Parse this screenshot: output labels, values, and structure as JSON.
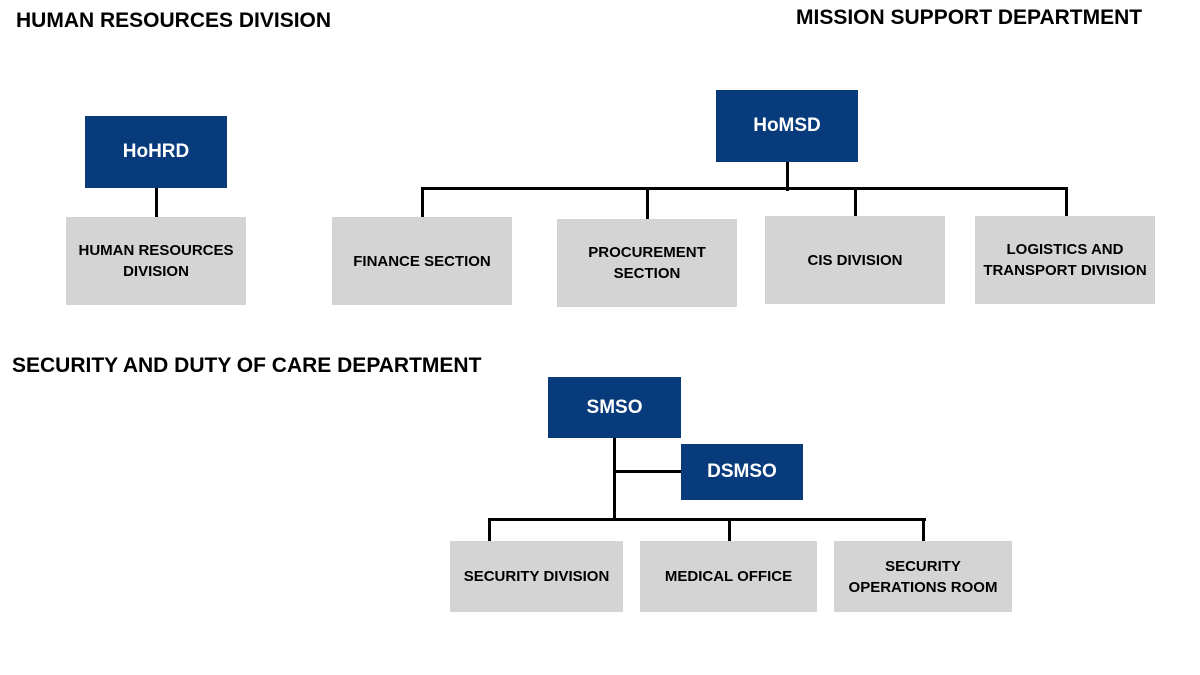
{
  "titles": {
    "hr": "HUMAN RESOURCES DIVISION",
    "msd": "MISSION SUPPORT DEPARTMENT",
    "sdc": "SECURITY AND DUTY OF CARE DEPARTMENT"
  },
  "hr_chart": {
    "head": "HoHRD",
    "units": [
      "HUMAN RESOURCES DIVISION"
    ]
  },
  "msd_chart": {
    "head": "HoMSD",
    "units": [
      "FINANCE SECTION",
      "PROCUREMENT SECTION",
      "CIS DIVISION",
      "LOGISTICS AND TRANSPORT DIVISION"
    ]
  },
  "sdc_chart": {
    "head": "SMSO",
    "deputy": "DSMSO",
    "units": [
      "SECURITY DIVISION",
      "MEDICAL OFFICE",
      "SECURITY OPERATIONS ROOM"
    ]
  },
  "colors": {
    "head_box": "#073b7c",
    "unit_box": "#d4d4d4",
    "connector": "#000000"
  }
}
